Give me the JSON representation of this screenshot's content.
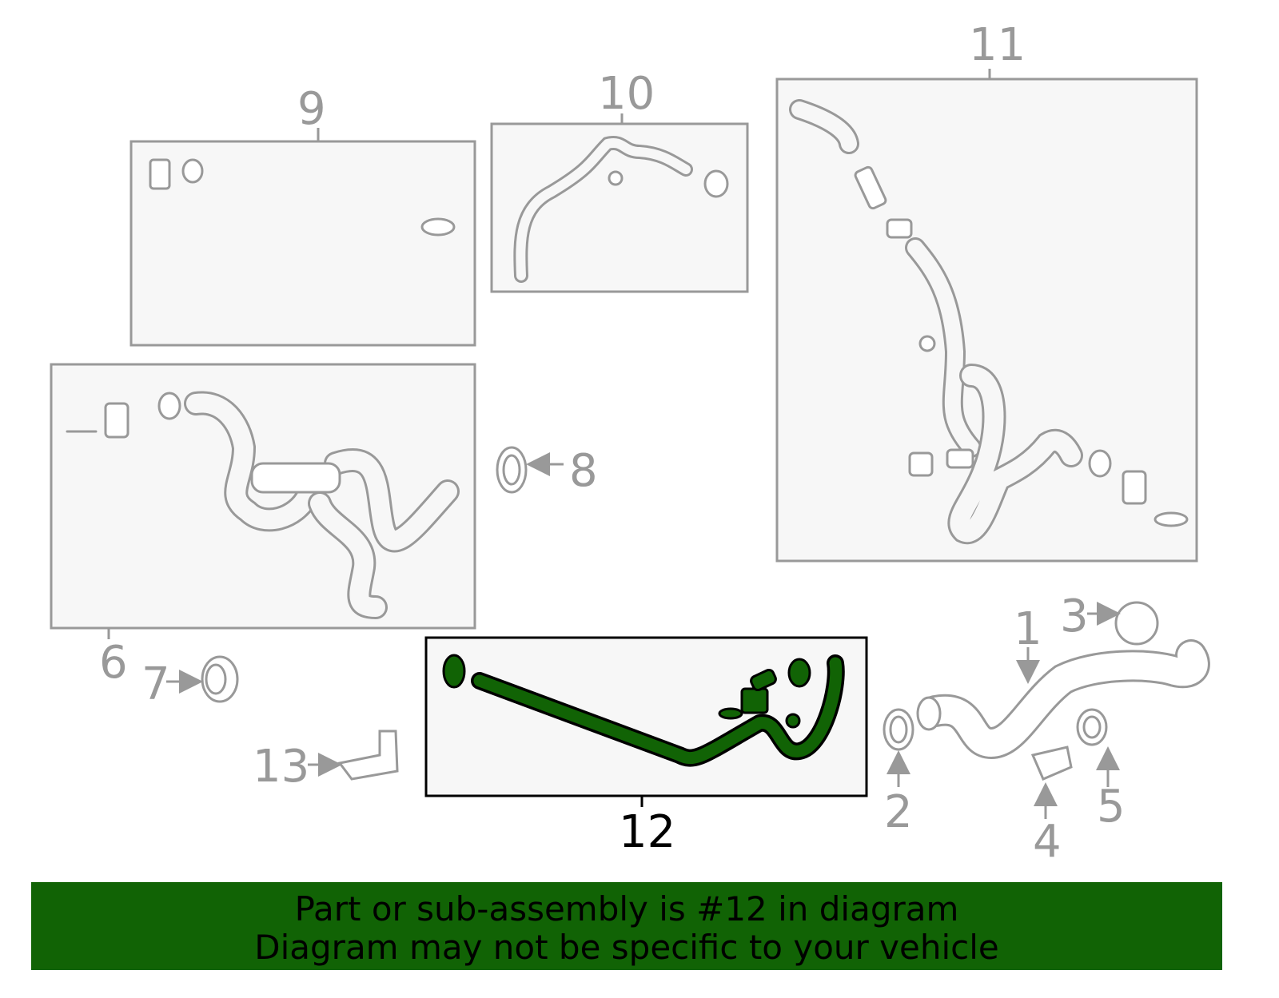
{
  "diagram": {
    "highlight_color": "#116305",
    "selected_part": "12",
    "callouts": [
      "1",
      "2",
      "3",
      "4",
      "5",
      "6",
      "7",
      "8",
      "9",
      "10",
      "11",
      "12",
      "13"
    ]
  },
  "banner": {
    "line1": "Part or sub-assembly is #12 in diagram",
    "line2": "Diagram may not be specific to your vehicle"
  }
}
